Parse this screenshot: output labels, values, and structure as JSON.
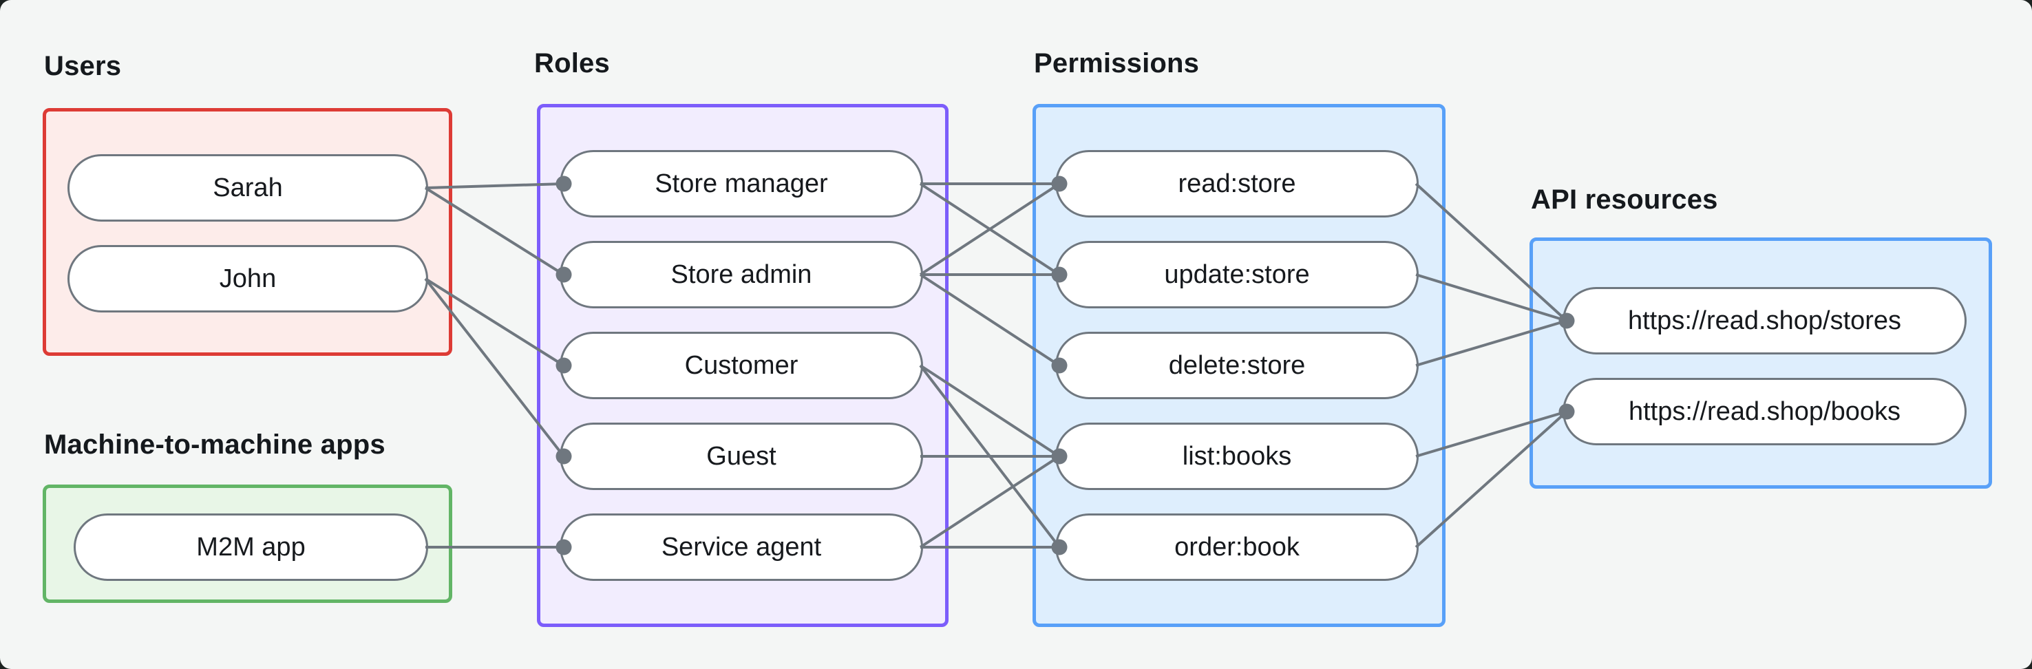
{
  "diagram": {
    "type": "rbac-entity-relationship",
    "connector_color": "#6f777f",
    "background_color": "#f4f6f5",
    "outer_background_color": "#1d2321"
  },
  "groups": [
    {
      "id": "users",
      "label": "Users",
      "border_color": "#dd3b35",
      "fill_color": "#fdecea",
      "nodes": [
        {
          "id": "sarah",
          "label": "Sarah"
        },
        {
          "id": "john",
          "label": "John"
        }
      ]
    },
    {
      "id": "m2m",
      "label": "Machine-to-machine apps",
      "border_color": "#62b566",
      "fill_color": "#e8f6e7",
      "nodes": [
        {
          "id": "m2m_app",
          "label": "M2M app"
        }
      ]
    },
    {
      "id": "roles",
      "label": "Roles",
      "border_color": "#7c5dfb",
      "fill_color": "#f2edfe",
      "nodes": [
        {
          "id": "store_manager",
          "label": "Store manager"
        },
        {
          "id": "store_admin",
          "label": "Store admin"
        },
        {
          "id": "customer",
          "label": "Customer"
        },
        {
          "id": "guest",
          "label": "Guest"
        },
        {
          "id": "service_agent",
          "label": "Service agent"
        }
      ]
    },
    {
      "id": "permissions",
      "label": "Permissions",
      "border_color": "#58a0f8",
      "fill_color": "#deeefd",
      "nodes": [
        {
          "id": "read_store",
          "label": "read:store"
        },
        {
          "id": "update_store",
          "label": "update:store"
        },
        {
          "id": "delete_store",
          "label": "delete:store"
        },
        {
          "id": "list_books",
          "label": "list:books"
        },
        {
          "id": "order_book",
          "label": "order:book"
        }
      ]
    },
    {
      "id": "api_resources",
      "label": "API resources",
      "border_color": "#58a0f8",
      "fill_color": "#deeefd",
      "nodes": [
        {
          "id": "stores",
          "label": "https://read.shop/stores"
        },
        {
          "id": "books",
          "label": "https://read.shop/books"
        }
      ]
    }
  ],
  "edges": [
    [
      "sarah",
      "store_manager"
    ],
    [
      "sarah",
      "store_admin"
    ],
    [
      "john",
      "customer"
    ],
    [
      "john",
      "guest"
    ],
    [
      "m2m_app",
      "service_agent"
    ],
    [
      "store_manager",
      "read_store"
    ],
    [
      "store_manager",
      "update_store"
    ],
    [
      "store_admin",
      "read_store"
    ],
    [
      "store_admin",
      "update_store"
    ],
    [
      "store_admin",
      "delete_store"
    ],
    [
      "customer",
      "list_books"
    ],
    [
      "customer",
      "order_book"
    ],
    [
      "guest",
      "list_books"
    ],
    [
      "service_agent",
      "list_books"
    ],
    [
      "service_agent",
      "order_book"
    ],
    [
      "read_store",
      "stores"
    ],
    [
      "update_store",
      "stores"
    ],
    [
      "delete_store",
      "stores"
    ],
    [
      "list_books",
      "books"
    ],
    [
      "order_book",
      "books"
    ]
  ]
}
